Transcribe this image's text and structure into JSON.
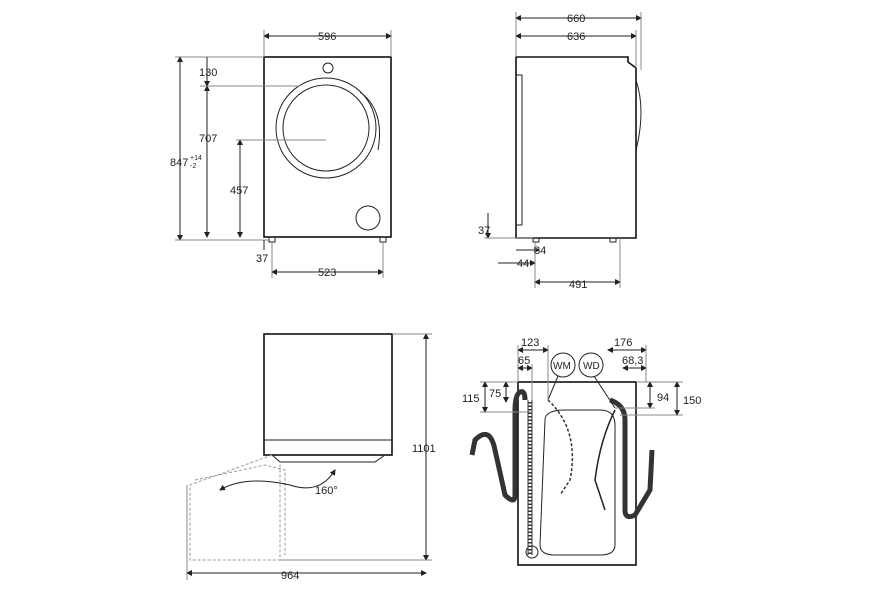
{
  "front_view": {
    "width": "596",
    "top_offset": "130",
    "height": "847",
    "height_tol_plus": "+14",
    "height_tol_minus": "-2",
    "door_height": "707",
    "door_center": "457",
    "foot": "37",
    "foot_span": "523"
  },
  "side_view": {
    "depth_total": "660",
    "depth_body": "636",
    "foot_height": "37",
    "foot_offset": "34",
    "front_offset": "44",
    "foot_depth": "491"
  },
  "top_view": {
    "total_height_open": "1101",
    "door_angle": "160°",
    "total_depth_open": "964"
  },
  "back_view": {
    "wm_offset_outer": "123",
    "wm_offset_inner": "65",
    "wm_label": "WM",
    "wd_label": "WD",
    "wd_offset_outer": "176",
    "wd_offset_inner": "68,3",
    "left_outer": "115",
    "left_inner": "75",
    "right_inner": "94",
    "right_outer": "150"
  }
}
